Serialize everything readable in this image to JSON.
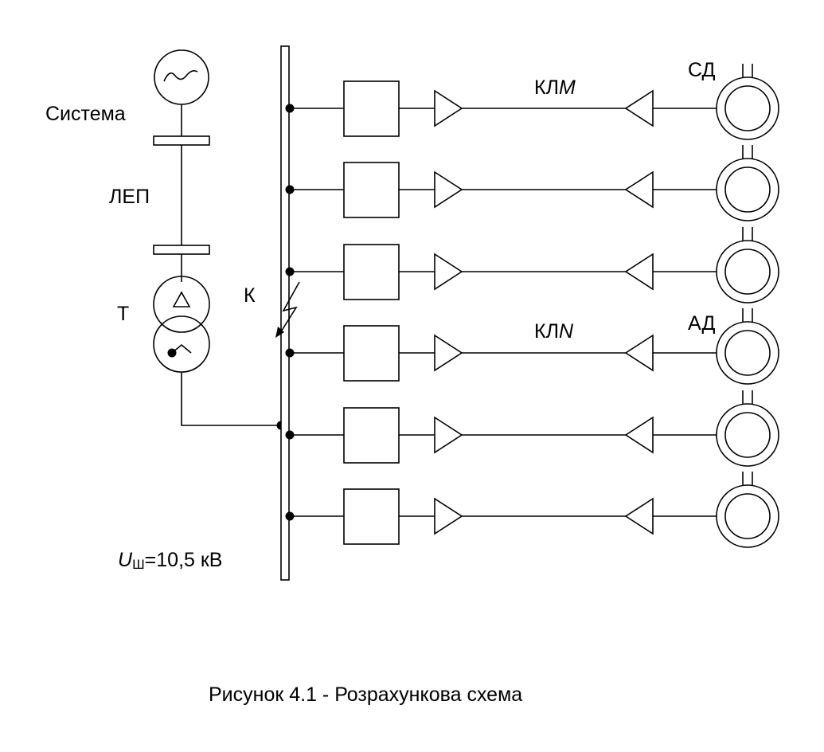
{
  "labels": {
    "system": "Система",
    "line": "ЛЕП",
    "transformer": "Т",
    "fault": "К",
    "cable_m_prefix": "КЛ",
    "cable_m_suffix": "M",
    "cable_n_prefix": "КЛ",
    "cable_n_suffix": "N",
    "sync_motor": "СД",
    "async_motor": "АД",
    "voltage_symbol": "U",
    "voltage_subscript": "Ш",
    "voltage_value": "=10,5 кВ"
  },
  "caption": "Рисунок 4.1 - Розрахункова схема",
  "feeders": [
    {
      "name": "feeder-1"
    },
    {
      "name": "feeder-2"
    },
    {
      "name": "feeder-3"
    },
    {
      "name": "feeder-4"
    },
    {
      "name": "feeder-5"
    },
    {
      "name": "feeder-6"
    }
  ]
}
